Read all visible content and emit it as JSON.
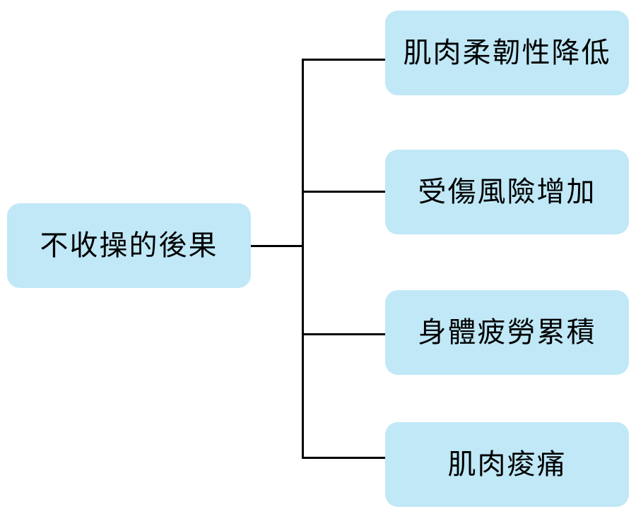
{
  "root": {
    "label": "不收操的後果"
  },
  "children": [
    {
      "label": "肌肉柔韌性降低"
    },
    {
      "label": "受傷風險增加"
    },
    {
      "label": "身體疲勞累積"
    },
    {
      "label": "肌肉痠痛"
    }
  ],
  "colors": {
    "box_fill": "#c0e8f7",
    "connector": "#000000"
  }
}
